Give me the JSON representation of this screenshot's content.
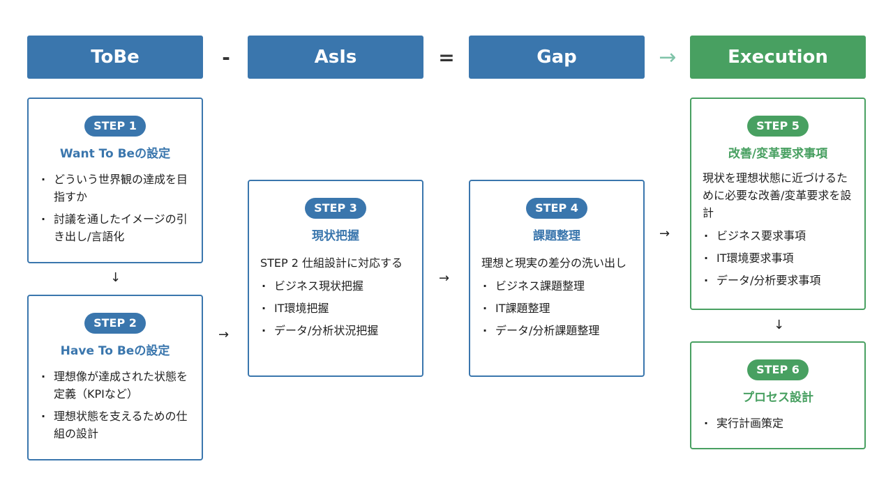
{
  "headers": {
    "tobe": "ToBe",
    "asis": "AsIs",
    "gap": "Gap",
    "execution": "Execution"
  },
  "operators": {
    "minus": "-",
    "equals": "=",
    "arrow": "→"
  },
  "flow_arrows": {
    "down": "↓",
    "right": "→"
  },
  "steps": {
    "step1": {
      "badge": "STEP 1",
      "title": "Want To Beの設定",
      "items": [
        "どういう世界観の達成を目指すか",
        "討議を通したイメージの引き出し/言語化"
      ]
    },
    "step2": {
      "badge": "STEP 2",
      "title": "Have To Beの設定",
      "items": [
        "理想像が達成された状態を定義（KPIなど）",
        "理想状態を支えるための仕組の設計"
      ]
    },
    "step3": {
      "badge": "STEP 3",
      "title": "現状把握",
      "desc": "STEP 2 仕組設計に対応する",
      "items": [
        "ビジネス現状把握",
        "IT環境把握",
        "データ/分析状況把握"
      ]
    },
    "step4": {
      "badge": "STEP 4",
      "title": "課題整理",
      "desc": "理想と現実の差分の洗い出し",
      "items": [
        "ビジネス課題整理",
        "IT課題整理",
        "データ/分析課題整理"
      ]
    },
    "step5": {
      "badge": "STEP 5",
      "title": "改善/変革要求事項",
      "desc": "現状を理想状態に近づけるために必要な改善/変革要求を設計",
      "items": [
        "ビジネス要求事項",
        "IT環境要求事項",
        "データ/分析要求事項"
      ]
    },
    "step6": {
      "badge": "STEP 6",
      "title": "プロセス設計",
      "items": [
        "実行計画策定"
      ]
    }
  },
  "colors": {
    "blue": "#3a76ad",
    "green": "#48a061",
    "arrow_green": "#7fc3a8"
  }
}
